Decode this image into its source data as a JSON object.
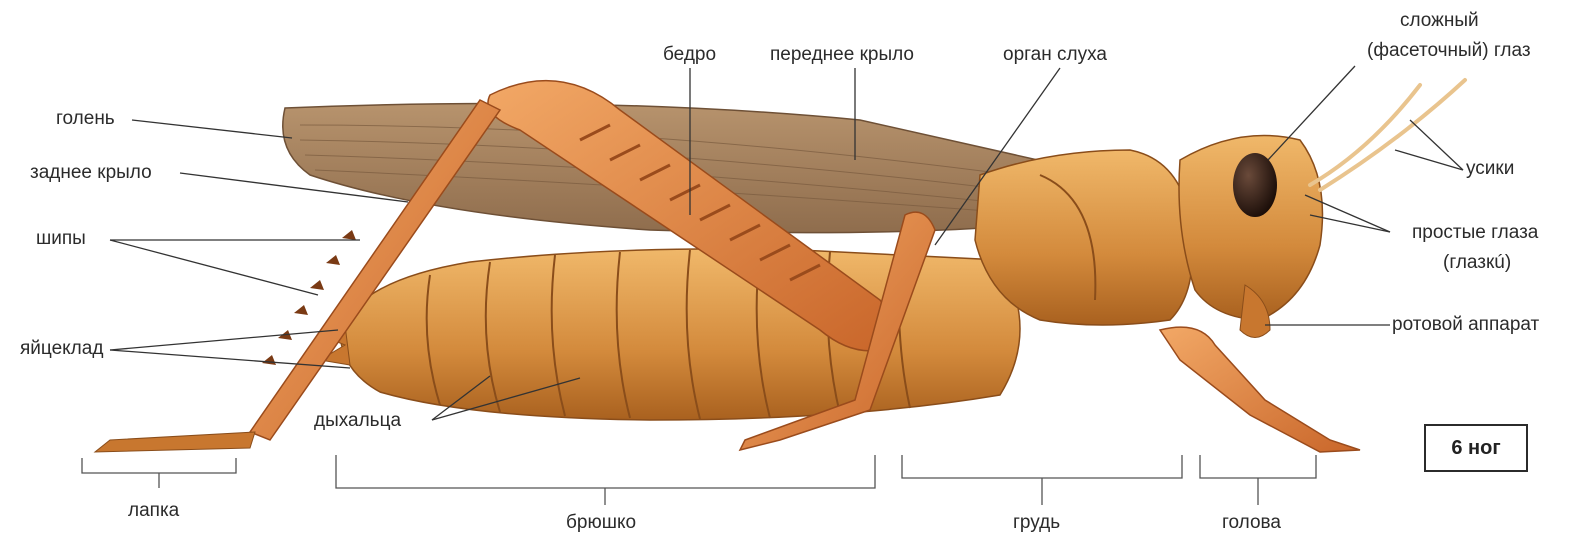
{
  "labels": {
    "bedro": "бедро",
    "front_wing": "переднее крыло",
    "hearing_organ": "орган слуха",
    "compound_eye_1": "сложный",
    "compound_eye_2": "(фасеточный) глаз",
    "shin": "голень",
    "hind_wing": "заднее крыло",
    "spines": "шипы",
    "ovipositor": "яйцеклад",
    "antennae": "усики",
    "simple_eyes_1": "простые глаза",
    "simple_eyes_2": "(глазкú)",
    "mouthparts": "ротовой аппарат",
    "spiracles": "дыхальца",
    "tarsus": "лапка",
    "abdomen": "брюшко",
    "thorax": "грудь",
    "head": "голова"
  },
  "badge": "6 ног",
  "colors": {
    "body": "#d9903f",
    "body_dark": "#b06a28",
    "leg": "#e07a3a",
    "wing": "#a58361",
    "eye": "#2a1a12",
    "line": "#333333"
  }
}
